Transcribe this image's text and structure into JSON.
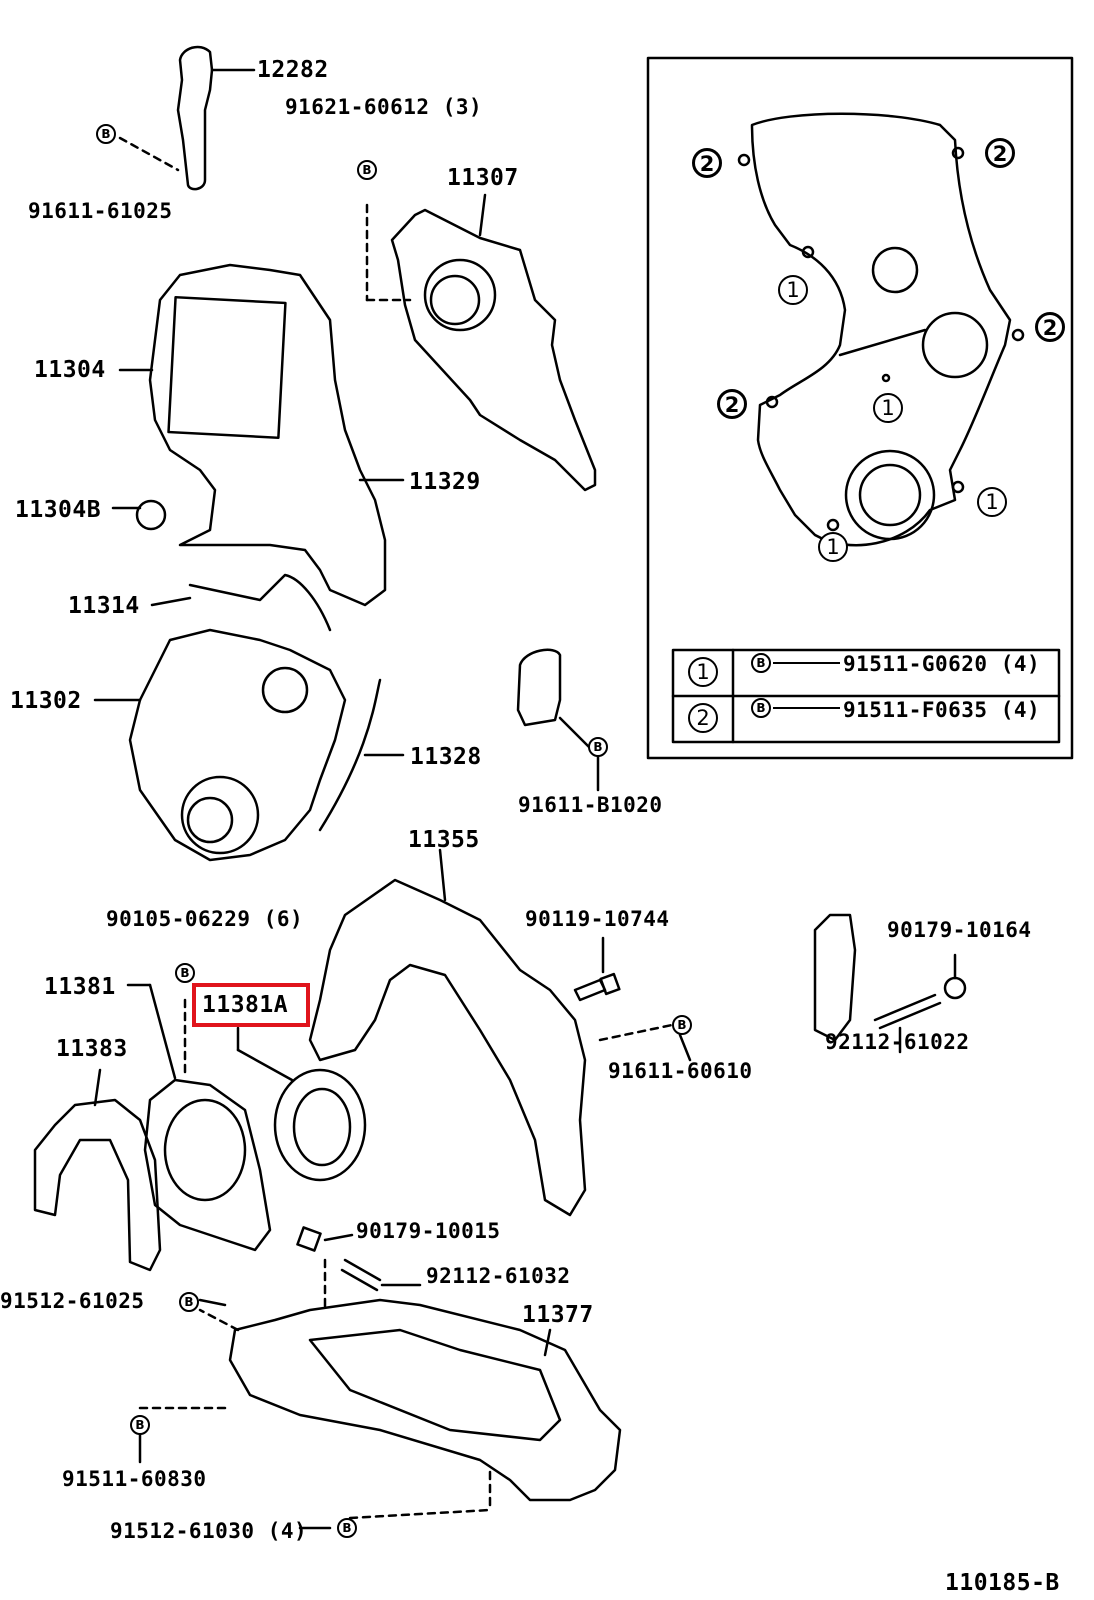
{
  "diagram_id": "110185-B",
  "highlight_color": "#e0141c",
  "parts": {
    "p12282": "12282",
    "p91621_60612": "91621-60612 (3)",
    "p91611_61025": "91611-61025",
    "p11307": "11307",
    "p11304": "11304",
    "p11329": "11329",
    "p11304B": "11304B",
    "p11314": "11314",
    "p11302": "11302",
    "p11328": "11328",
    "p91611_B1020": "91611-B1020",
    "p11355": "11355",
    "p90105_06229": "90105-06229 (6)",
    "p90119_10744": "90119-10744",
    "p90179_10164": "90179-10164",
    "p11381": "11381",
    "p11381A": "11381A",
    "p91611_60610": "91611-60610",
    "p92112_61022": "92112-61022",
    "p11383": "11383",
    "p90179_10015": "90179-10015",
    "p92112_61032": "92112-61032",
    "p91512_61025": "91512-61025",
    "p11377": "11377",
    "p91511_60830": "91511-60830",
    "p91512_61030": "91512-61030 (4)"
  },
  "inset": {
    "legend": [
      {
        "key": "1",
        "part": "91511-G0620 (4)"
      },
      {
        "key": "2",
        "part": "91511-F0635 (4)"
      }
    ],
    "markers": {
      "one": "1",
      "two": "2"
    }
  },
  "bolt_symbol": "B",
  "icons": {
    "bolt": "bolt-icon",
    "circled_number": "circled-number-icon"
  }
}
